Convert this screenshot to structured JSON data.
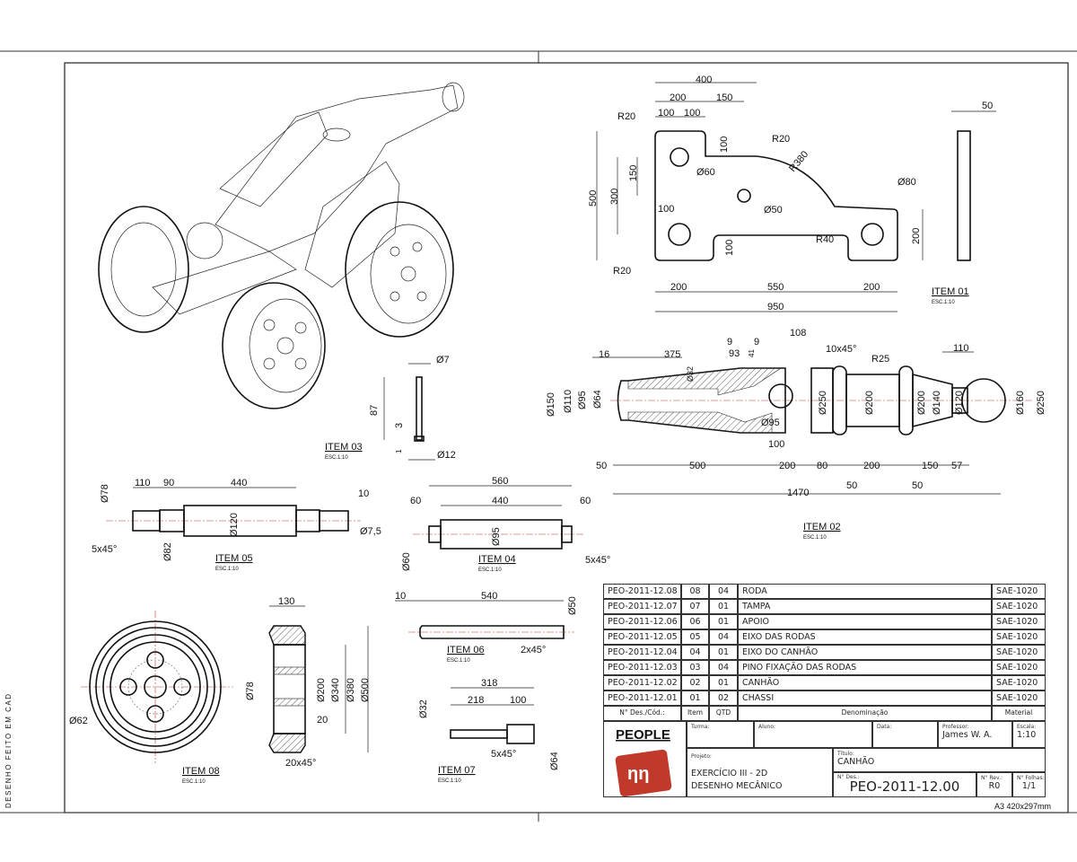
{
  "sheet": {
    "side_note": "DESENHO FEITO EM CAD",
    "format": "A3  420x297mm"
  },
  "item01": {
    "label": "ITEM 01",
    "scale": "ESC.1:10",
    "dims": [
      "400",
      "200",
      "150",
      "100",
      "100",
      "R20",
      "R20",
      "R380",
      "100",
      "500",
      "300",
      "150",
      "Ø60",
      "Ø50",
      "100",
      "Ø80",
      "R40",
      "100",
      "200",
      "R20",
      "200",
      "550",
      "200",
      "950",
      "50"
    ]
  },
  "item02": {
    "label": "ITEM 02",
    "scale": "ESC.1:10",
    "dims": [
      "16",
      "375",
      "9",
      "93",
      "9",
      "41",
      "108",
      "10x45°",
      "R25",
      "110",
      "Ø150",
      "Ø110",
      "Ø95",
      "Ø64",
      "Ø32",
      "Ø250",
      "Ø200",
      "Ø200",
      "Ø140",
      "Ø120",
      "Ø160",
      "Ø250",
      "Ø95",
      "100",
      "50",
      "500",
      "200",
      "80",
      "200",
      "150",
      "57",
      "50",
      "50",
      "1470"
    ]
  },
  "item03": {
    "label": "ITEM 03",
    "scale": "ESC.1:10",
    "dims": [
      "Ø7",
      "87",
      "3",
      "1",
      "Ø12"
    ]
  },
  "item05": {
    "label": "ITEM 05",
    "scale": "ESC.1:10",
    "dims": [
      "110",
      "90",
      "440",
      "10",
      "Ø78",
      "Ø120",
      "Ø7,5",
      "5x45°",
      "Ø82"
    ]
  },
  "item04": {
    "label": "ITEM 04",
    "scale": "ESC.1:10",
    "dims": [
      "560",
      "60",
      "440",
      "60",
      "Ø95",
      "Ø60",
      "5x45°"
    ]
  },
  "item08": {
    "label": "ITEM 08",
    "scale": "ESC.1:10",
    "dims": [
      "130",
      "Ø78",
      "Ø200",
      "Ø340",
      "Ø380",
      "Ø500",
      "20",
      "20x45°",
      "Ø62"
    ]
  },
  "item06": {
    "label": "ITEM 06",
    "scale": "ESC.1:10",
    "dims": [
      "10",
      "540",
      "Ø50",
      "2x45°"
    ]
  },
  "item07": {
    "label": "ITEM 07",
    "scale": "ESC.1:10",
    "dims": [
      "318",
      "218",
      "100",
      "Ø32",
      "5x45°",
      "Ø64"
    ]
  },
  "parts_list": {
    "headers": [
      "N° Des./Cód.:",
      "Item",
      "QTD",
      "Denominação",
      "Material"
    ],
    "rows": [
      [
        "PEO-2011-12.08",
        "08",
        "04",
        "RODA",
        "SAE-1020"
      ],
      [
        "PEO-2011-12.07",
        "07",
        "01",
        "TAMPA",
        "SAE-1020"
      ],
      [
        "PEO-2011-12.06",
        "06",
        "01",
        "APOIO",
        "SAE-1020"
      ],
      [
        "PEO-2011-12.05",
        "05",
        "04",
        "EIXO DAS RODAS",
        "SAE-1020"
      ],
      [
        "PEO-2011-12.04",
        "04",
        "01",
        "EIXO DO CANHÃO",
        "SAE-1020"
      ],
      [
        "PEO-2011-12.03",
        "03",
        "04",
        "PINO FIXAÇÃO DAS RODAS",
        "SAE-1020"
      ],
      [
        "PEO-2011-12.02",
        "02",
        "01",
        "CANHÃO",
        "SAE-1020"
      ],
      [
        "PEO-2011-12.01",
        "01",
        "02",
        "CHASSI",
        "SAE-1020"
      ]
    ]
  },
  "title_block": {
    "logo_text": "PEOPLE",
    "turma_label": "Turma:",
    "aluno_label": "Aluno:",
    "data_label": "Data:",
    "professor_label": "Professor:",
    "professor": "James W. A.",
    "escala_label": "Escala:",
    "escala": "1:10",
    "projeto_label": "Projeto:",
    "projeto_line1": "EXERCÍCIO III - 2D",
    "projeto_line2": "DESENHO MECÂNICO",
    "titulo_label": "Título:",
    "titulo": "CANHÃO",
    "ndes_label": "N° Des.:",
    "ndes": "PEO-2011-12.00",
    "nrev_label": "N° Rev.:",
    "nrev": "R0",
    "nfolhas_label": "N° Folhas:",
    "nfolhas": "1/1",
    "logo_color": "#c0392b"
  }
}
